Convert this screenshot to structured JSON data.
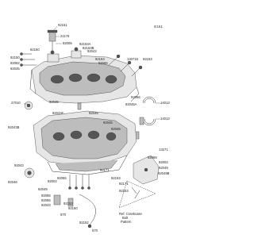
{
  "diagram": {
    "reference_code": "E161",
    "callouts": [
      {
        "id": "c1",
        "text": "92151"
      },
      {
        "id": "c2",
        "text": "21176"
      },
      {
        "id": "c3",
        "text": "92005"
      },
      {
        "id": "c4",
        "text": "92153A"
      },
      {
        "id": "c5",
        "text": "92153B"
      },
      {
        "id": "c6",
        "text": "92042"
      },
      {
        "id": "c7",
        "text": "92150"
      },
      {
        "id": "c8",
        "text": "92150"
      },
      {
        "id": "c9",
        "text": "92062"
      },
      {
        "id": "c10",
        "text": "92045"
      },
      {
        "id": "c11",
        "text": "92153"
      },
      {
        "id": "c12",
        "text": "92066"
      },
      {
        "id": "c13",
        "text": "130716"
      },
      {
        "id": "c14",
        "text": "92153"
      },
      {
        "id": "c15",
        "text": "27010"
      },
      {
        "id": "c16",
        "text": "92043B"
      },
      {
        "id": "c17",
        "text": "92045"
      },
      {
        "id": "c18",
        "text": "92066"
      },
      {
        "id": "c19",
        "text": "92045A"
      },
      {
        "id": "c20",
        "text": "14013"
      },
      {
        "id": "c21",
        "text": "14013"
      },
      {
        "id": "c22",
        "text": "92043C"
      },
      {
        "id": "c23",
        "text": "92045"
      },
      {
        "id": "c24",
        "text": "92045"
      },
      {
        "id": "c25",
        "text": "92045"
      },
      {
        "id": "c26",
        "text": "13271"
      },
      {
        "id": "c27",
        "text": "92066"
      },
      {
        "id": "c28",
        "text": "92002"
      },
      {
        "id": "c29",
        "text": "92049"
      },
      {
        "id": "c30",
        "text": "92049B"
      },
      {
        "id": "c31",
        "text": "92171"
      },
      {
        "id": "c32",
        "text": "92153"
      },
      {
        "id": "c33",
        "text": "92171"
      },
      {
        "id": "c34",
        "text": "92153"
      },
      {
        "id": "c35",
        "text": "92055"
      },
      {
        "id": "c36",
        "text": "92002"
      },
      {
        "id": "c37",
        "text": "92043"
      },
      {
        "id": "c38",
        "text": "92046"
      },
      {
        "id": "c39",
        "text": "92049"
      },
      {
        "id": "c40",
        "text": "92055"
      },
      {
        "id": "c41",
        "text": "92055"
      },
      {
        "id": "c42",
        "text": "92043"
      },
      {
        "id": "c43",
        "text": "92153"
      },
      {
        "id": "c44",
        "text": "92150"
      },
      {
        "id": "c45",
        "text": "670"
      },
      {
        "id": "c46",
        "text": "92152"
      },
      {
        "id": "c47",
        "text": "670"
      }
    ],
    "note_title": "Ref. Crankcase",
    "note_line2": "Bolt",
    "note_line3": "Pattern"
  }
}
